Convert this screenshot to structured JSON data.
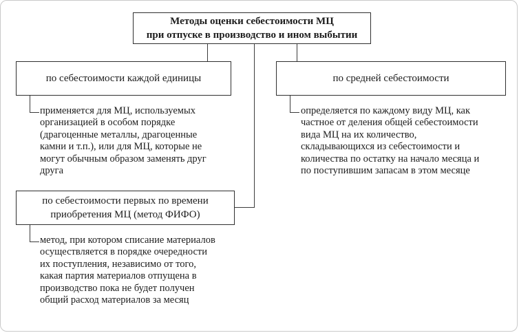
{
  "diagram": {
    "title": "Методы оценки себестоимости МЦ\nпри отпуске в производство и ином выбытии",
    "nodes": [
      {
        "label": "по себестоимости каждой единицы",
        "description": "применяется для МЦ, используемых\nорганизацией в особом порядке\n(драгоценные металлы, драгоценные\nкамни и т.п.), или для МЦ, которые не\nмогут обычным образом заменять друг\nдруга"
      },
      {
        "label": "по средней себестоимости",
        "description": "определяется по каждому виду МЦ, как\nчастное от деления общей себестоимости\nвида МЦ на их количество,\nскладывающихся из себестоимости и\nколичества по остатку на начало месяца и\nпо поступившим запасам в этом месяце"
      },
      {
        "label": "по себестоимости первых по времени\nприобретения МЦ (метод ФИФО)",
        "description": "метод, при котором списание материалов\nосуществляется в порядке очередности\nих поступления, независимо от того,\nкакая партия материалов отпущена в\nпроизводство пока не будет получен\nобщий расход материалов за месяц"
      }
    ],
    "colors": {
      "border": "#2e2e2e",
      "line": "#3a3a3a",
      "background": "#ffffff",
      "text": "#1c1c1c"
    }
  }
}
